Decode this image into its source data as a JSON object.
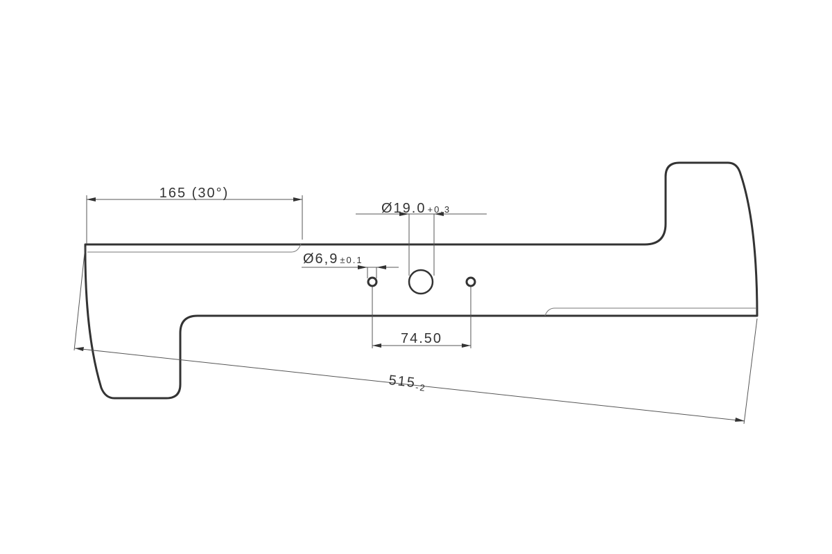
{
  "drawing": {
    "title": "Mower blade",
    "dimensions": {
      "blade_length": {
        "value": "515",
        "tolerance": "-2"
      },
      "sharpened_edge": {
        "value": "165 (30°)"
      },
      "center_hole": {
        "value": "Ø19.0",
        "tolerance": "+0.3"
      },
      "side_holes": {
        "value": "Ø6,9",
        "tolerance": "±0.1"
      },
      "hole_spacing": {
        "value": "74.50"
      }
    }
  }
}
